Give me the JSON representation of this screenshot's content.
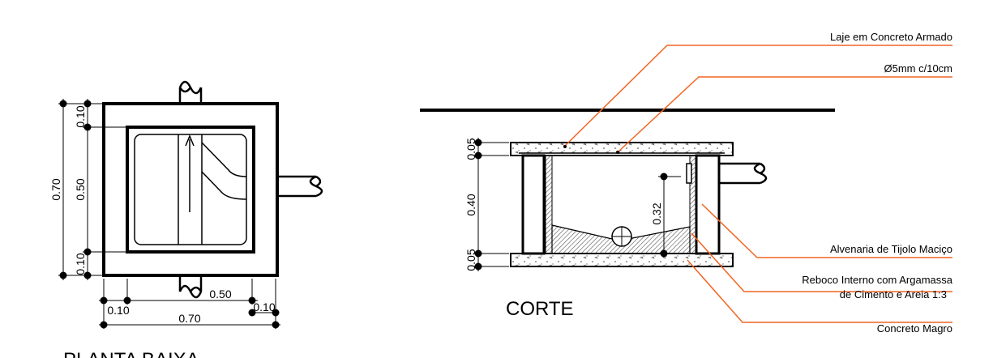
{
  "plan": {
    "title": "PLANTA BAIXA",
    "dims": {
      "top": "0.10",
      "middle": "0.50",
      "bottom": "0.10",
      "total": "0.70",
      "inner_width": "0.50",
      "left_wall": "0.10",
      "total_width": "0.70",
      "right_wall": "0.10"
    }
  },
  "section": {
    "title": "CORTE",
    "dims": {
      "slab_top": "0.05",
      "height": "0.40",
      "slab_bottom": "0.05",
      "inner_depth": "0.32"
    },
    "notes": {
      "slab": "Laje em Concreto Armado",
      "rebar": "Ø5mm c/10cm",
      "masonry": "Alvenaria de Tijolo Maciço",
      "plaster_1": "Reboco Interno com Argamassa",
      "plaster_2": "de Cimento e Areia 1:3",
      "lean_concrete": "Concreto Magro"
    }
  },
  "colors": {
    "line": "#000000",
    "leader": "#f26522",
    "hatch": "#555555"
  }
}
